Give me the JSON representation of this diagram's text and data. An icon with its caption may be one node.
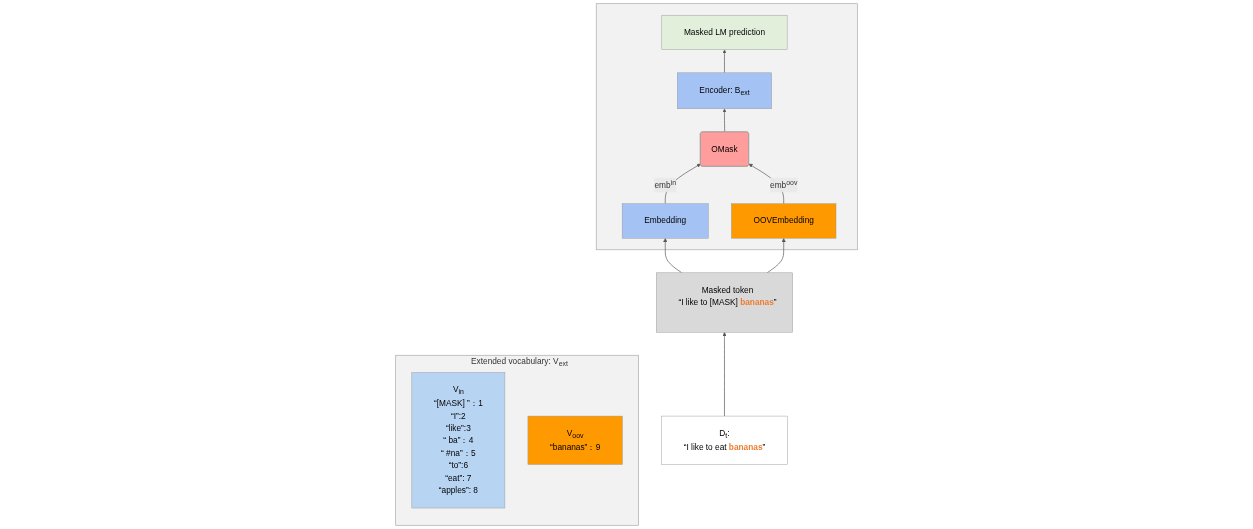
{
  "diagram": {
    "nodes": [
      {
        "text": [],
        "shape": "box",
        "beside": [
          "Extended vocabulary: V$_{ext}$"
        ]
      },
      {
        "text": [
          "V$_{in}$",
          "“[MASK] ”：1",
          "“I”:2",
          "“like”:3",
          "“ ba”：4",
          "“ #na”：5",
          "“to”:6",
          "“eat”: 7",
          "“apples”: 8"
        ],
        "in": 0
      },
      {
        "text": [
          "V$_{oov}$",
          "“bananas”：9"
        ],
        "in": 0
      },
      {
        "text": [],
        "shape": "box"
      },
      {
        "text": [
          "Masked LM prediction"
        ],
        "in": 3
      },
      {
        "text": [
          "Encoder: B$_{ext}$"
        ],
        "in": 3
      },
      {
        "text": [
          "OMask"
        ],
        "in": 3
      },
      {
        "text": [
          "Embedding"
        ],
        "in": 3
      },
      {
        "text": [
          "OOVEmbedding"
        ],
        "in": 3
      },
      {
        "text": [
          "Masked token",
          "“I like to [MASK] **bananas**”"
        ]
      },
      {
        "text": [
          "D$_{t}$:",
          "“I like to eat **bananas**”"
        ]
      }
    ],
    "edges": [
      {
        "from": 9,
        "to": 7,
        "arrow": "to"
      },
      {
        "from": 9,
        "to": 8,
        "arrow": "to"
      },
      {
        "from": 7,
        "to": 6,
        "arrow": "to",
        "label": "emb$^{in}$"
      },
      {
        "from": 8,
        "to": 6,
        "arrow": "to",
        "label": "emb$^{oov}$"
      },
      {
        "from": 6,
        "to": 5,
        "arrow": "to"
      },
      {
        "from": 5,
        "to": 4,
        "arrow": "to"
      },
      {
        "from": 10,
        "to": 9,
        "arrow": "to"
      }
    ]
  }
}
